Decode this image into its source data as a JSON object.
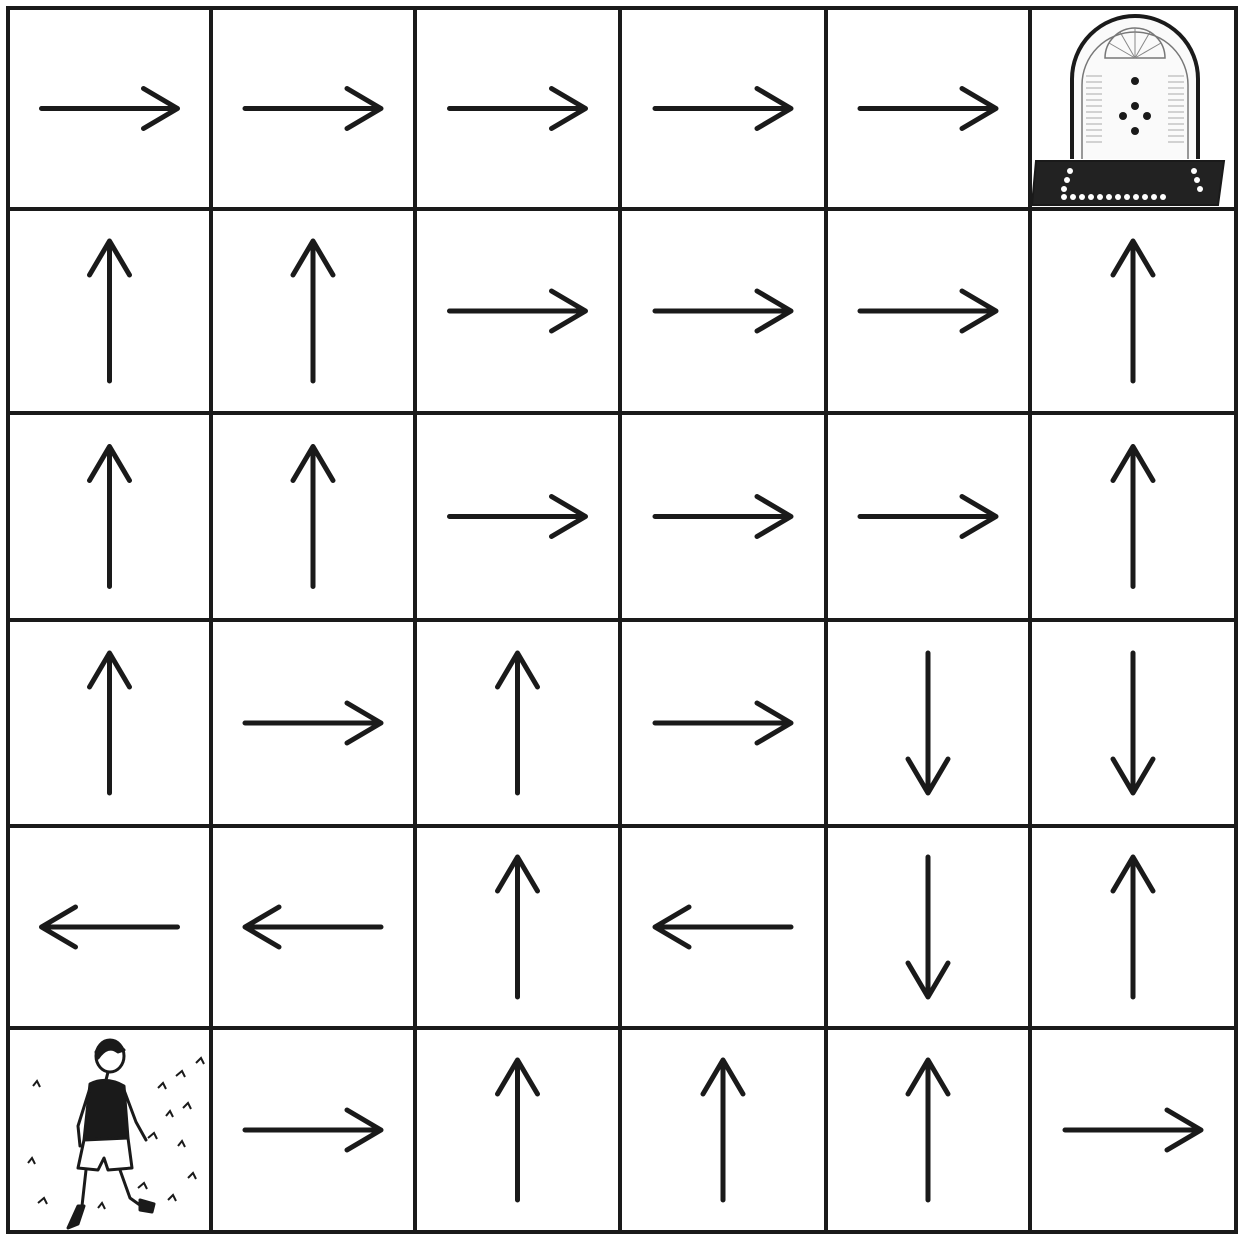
{
  "puzzle": {
    "rows": 6,
    "cols": 6,
    "ink_color": "#1a1a1a",
    "paper_color": "#ffffff",
    "start": {
      "row": 5,
      "col": 0,
      "icon": "boy-walking-icon"
    },
    "goal": {
      "row": 0,
      "col": 5,
      "icon": "door-icon"
    },
    "cells": [
      [
        "right",
        "right",
        "right",
        "right",
        "right",
        "door"
      ],
      [
        "up",
        "up",
        "right",
        "right",
        "right",
        "up"
      ],
      [
        "up",
        "up",
        "right",
        "right",
        "right",
        "up"
      ],
      [
        "up",
        "right",
        "up",
        "right",
        "down",
        "down"
      ],
      [
        "left",
        "left",
        "up",
        "left",
        "down",
        "up"
      ],
      [
        "boy",
        "right",
        "up",
        "up",
        "up",
        "right"
      ]
    ]
  }
}
